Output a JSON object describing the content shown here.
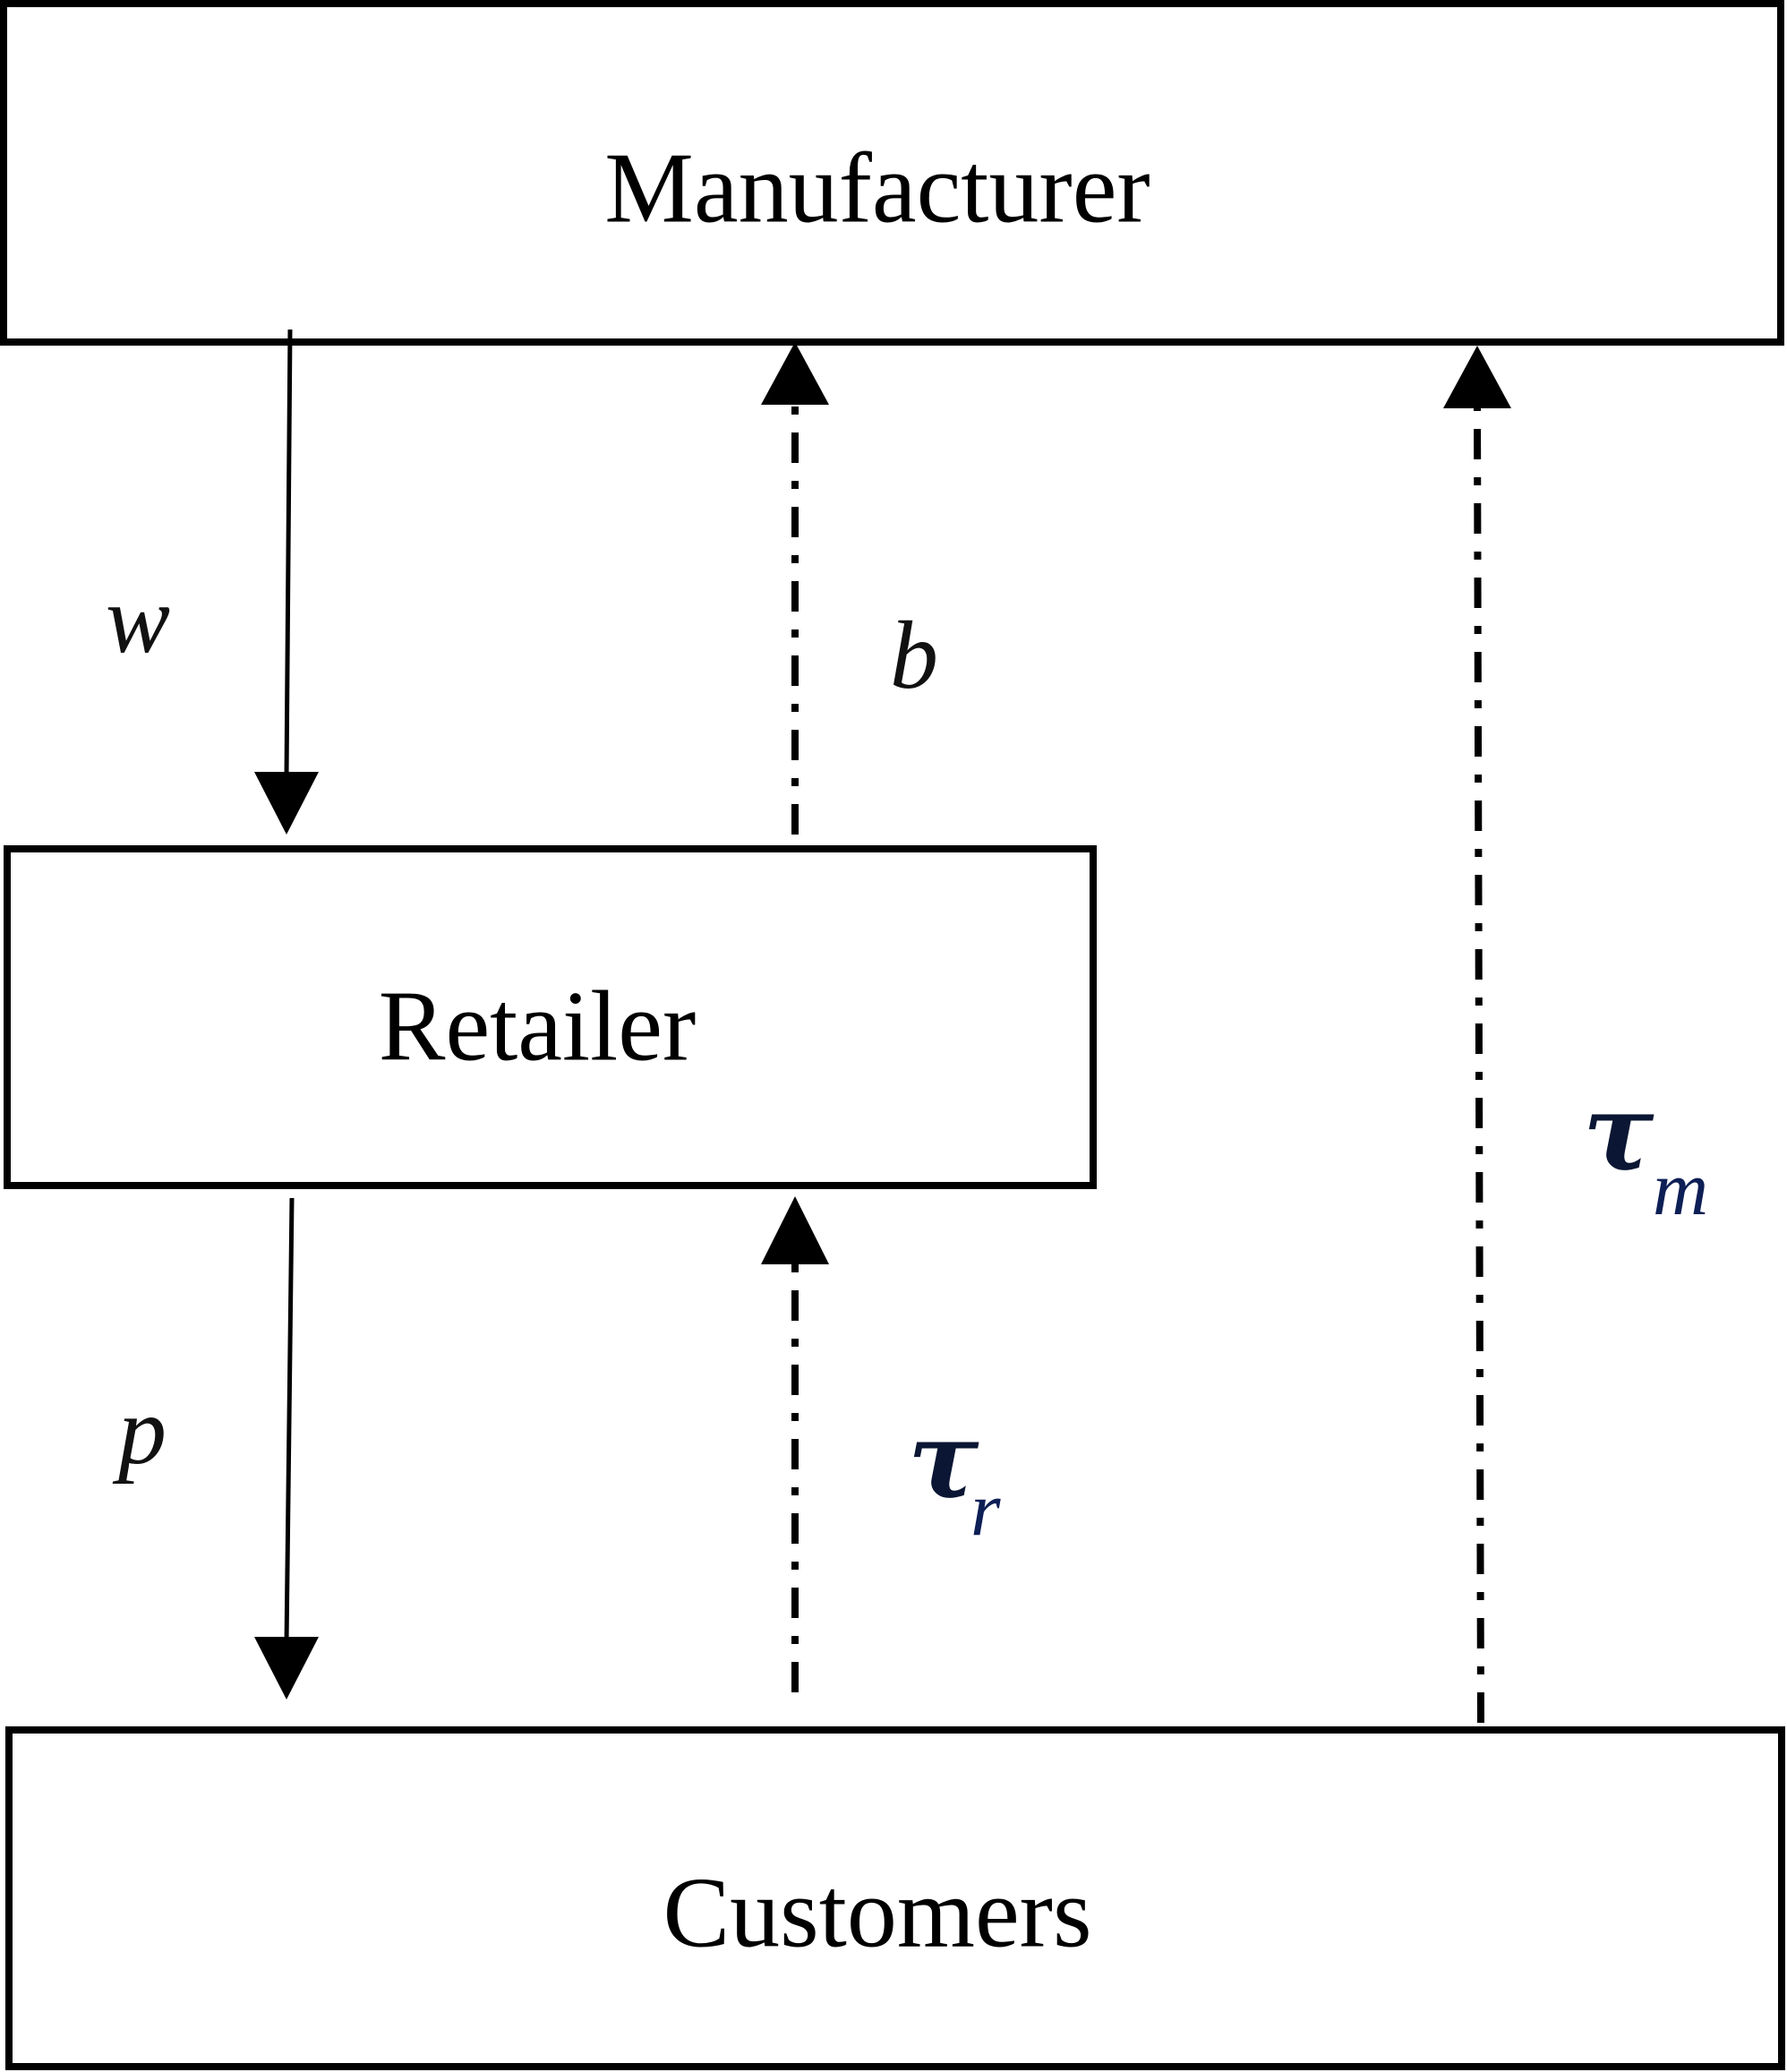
{
  "nodes": {
    "manufacturer": "Manufacturer",
    "retailer": "Retailer",
    "customers": "Customers"
  },
  "flows": {
    "wholesale_price": "w",
    "buyback": "b",
    "price": "p",
    "tau_symbol": "τ",
    "tau_retailer_sub": "r",
    "tau_manufacturer_sub": "m"
  },
  "colors": {
    "stroke": "#000000",
    "tau": "#0a1633"
  }
}
